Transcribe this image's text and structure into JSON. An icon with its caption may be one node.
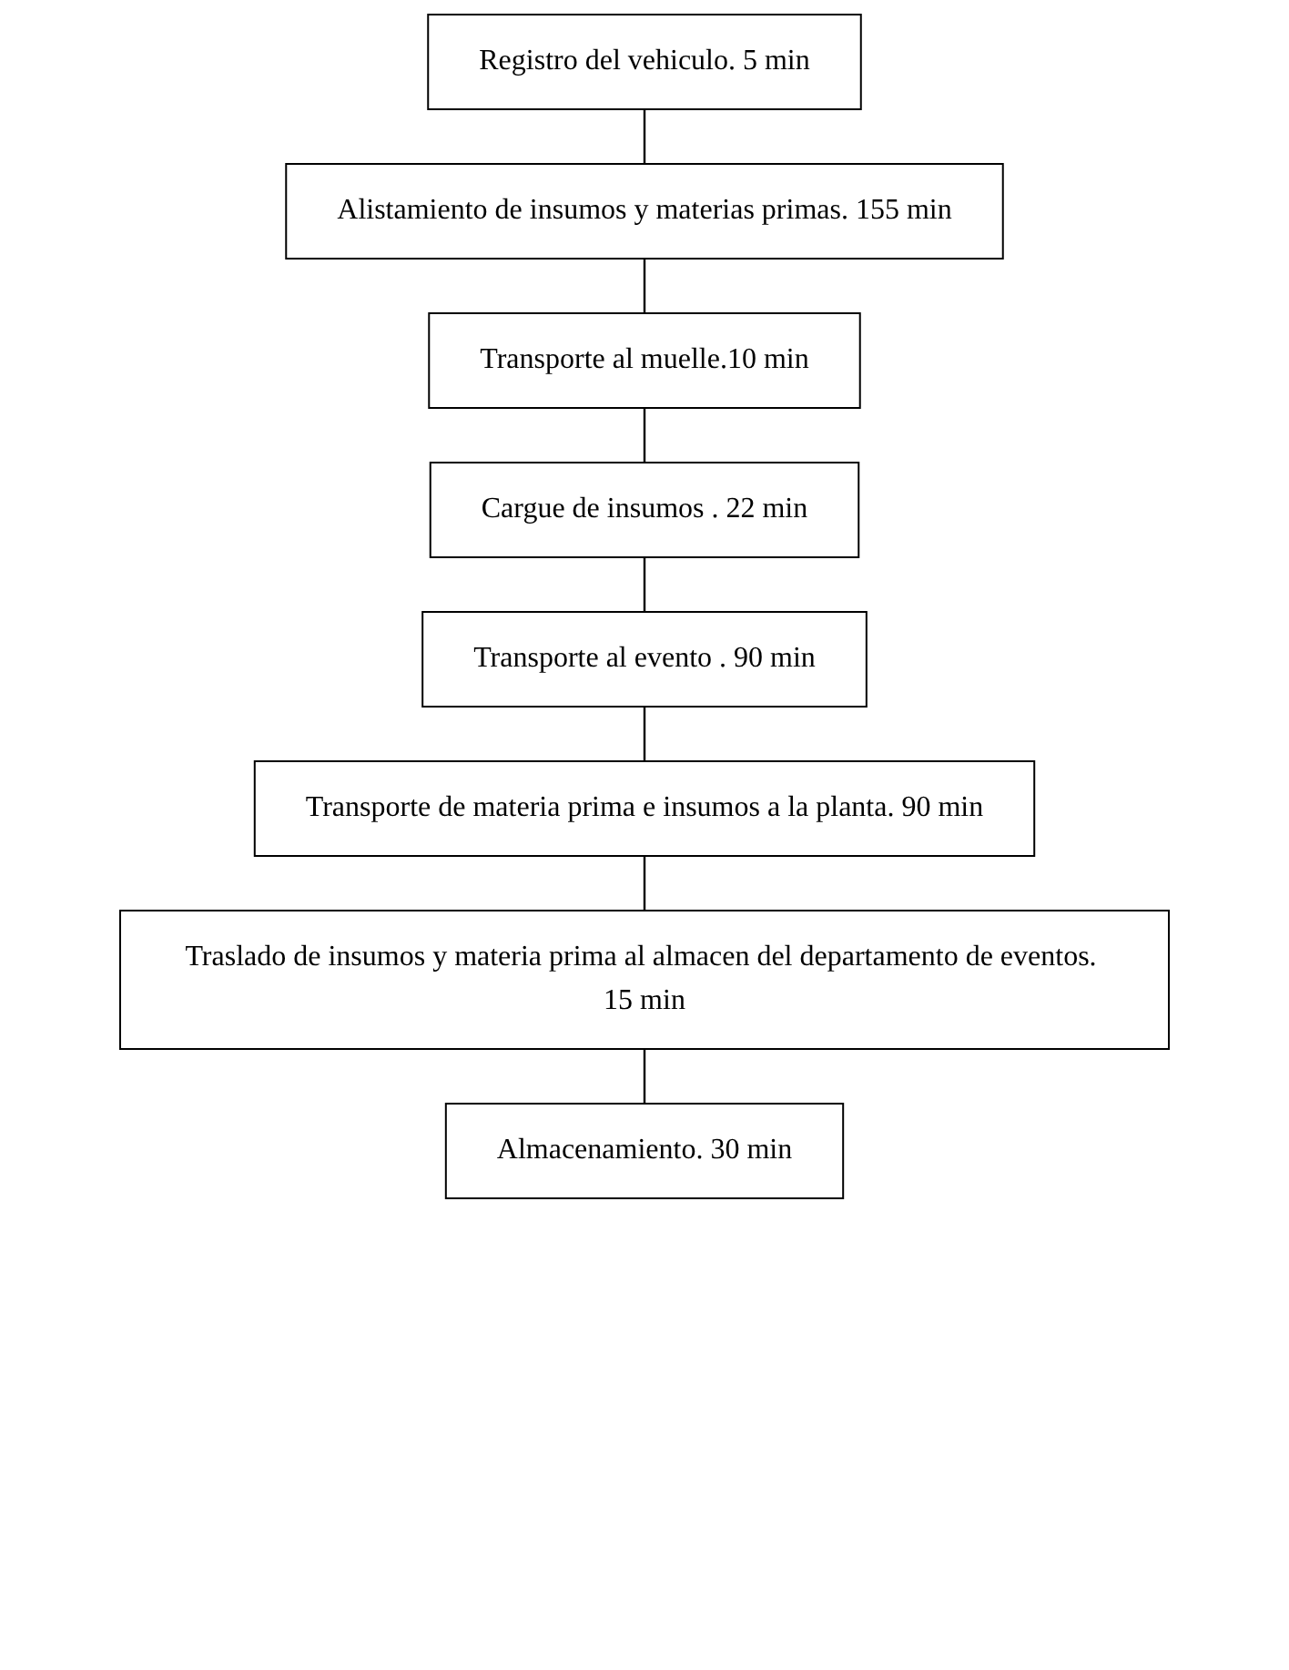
{
  "diagram": {
    "nodes": [
      {
        "text": [
          "Registro del vehiculo. 5 min"
        ]
      },
      {
        "text": [
          "Alistamiento de insumos y materias primas. 155 min"
        ]
      },
      {
        "text": [
          "Transporte al muelle.10 min"
        ]
      },
      {
        "text": [
          "Cargue de insumos . 22 min"
        ]
      },
      {
        "text": [
          "Transporte al evento . 90 min"
        ]
      },
      {
        "text": [
          "Transporte de materia prima e insumos a la planta. 90 min"
        ]
      },
      {
        "text": [
          "Traslado de insumos y materia prima al almacen del departamento de eventos. 15 min"
        ]
      },
      {
        "text": [
          "Almacenamiento. 30 min"
        ]
      }
    ],
    "edges": [
      {
        "from": 0,
        "to": 1,
        "arrow": "none"
      },
      {
        "from": 1,
        "to": 2,
        "arrow": "none"
      },
      {
        "from": 2,
        "to": 3,
        "arrow": "none"
      },
      {
        "from": 3,
        "to": 4,
        "arrow": "none"
      },
      {
        "from": 4,
        "to": 5,
        "arrow": "none"
      },
      {
        "from": 5,
        "to": 6,
        "arrow": "none"
      },
      {
        "from": 6,
        "to": 7,
        "arrow": "none"
      }
    ]
  }
}
